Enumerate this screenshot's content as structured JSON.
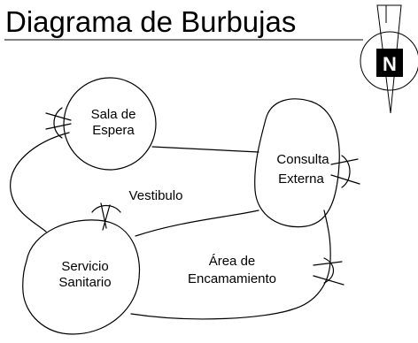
{
  "title": "Diagrama de Burbujas",
  "north_symbol": {
    "letter": "N",
    "icon": "north-arrow-icon"
  },
  "bubbles": [
    {
      "id": "sala-espera",
      "lines": [
        "Sala de",
        "Espera"
      ]
    },
    {
      "id": "consulta-externa",
      "lines": [
        "Consulta",
        "Externa"
      ]
    },
    {
      "id": "servicio-sanitario",
      "lines": [
        "Servicio",
        "Sanitario"
      ]
    }
  ],
  "zones": [
    {
      "id": "vestibulo",
      "lines": [
        "Vestibulo"
      ]
    },
    {
      "id": "area-encamamiento",
      "lines": [
        "Área de",
        "Encamamiento"
      ]
    }
  ]
}
